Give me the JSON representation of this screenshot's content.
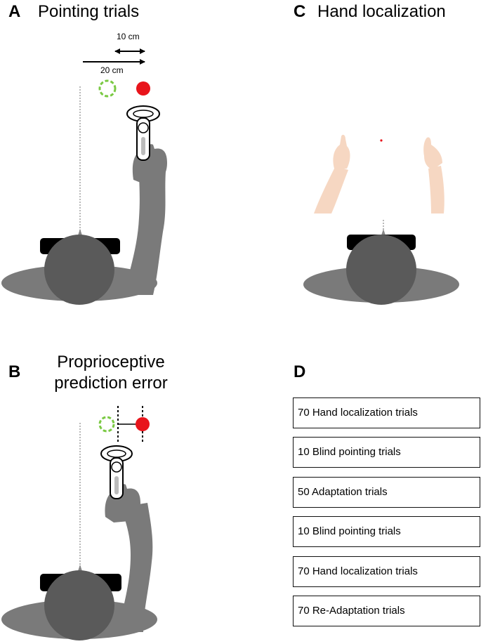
{
  "panels": {
    "a": {
      "letter": "A",
      "title": "Pointing trials",
      "scale_short": "10 cm",
      "scale_long": "20 cm"
    },
    "b": {
      "letter": "B",
      "title_line1": "Proprioceptive",
      "title_line2": "prediction error"
    },
    "c": {
      "letter": "C",
      "title": "Hand localization"
    },
    "d": {
      "letter": "D"
    }
  },
  "protocol": [
    "70 Hand localization trials",
    "10 Blind pointing trials",
    "50 Adaptation trials",
    "10 Blind pointing trials",
    "70 Hand localization trials",
    "70 Re-Adaptation trials"
  ],
  "colors": {
    "target": "#e8141b",
    "start_ring": "#7ac943",
    "body": "#7a7a7a",
    "head": "#5a5a5a",
    "headset": "#000000",
    "skin": "#f6d7c2"
  }
}
